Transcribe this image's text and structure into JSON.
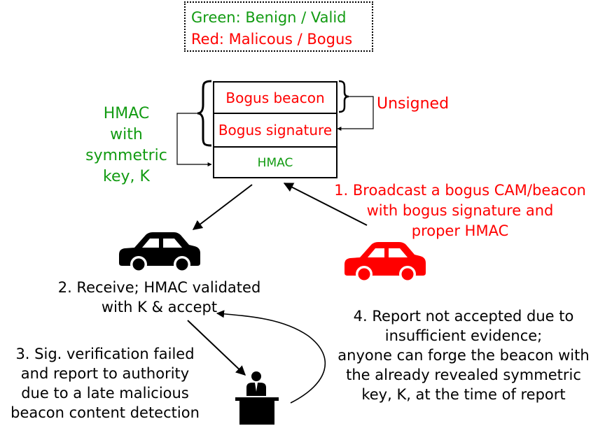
{
  "legend": {
    "green_text": "Green: Benign / Valid",
    "red_text": "Red: Malicous / Bogus"
  },
  "message_fields": {
    "beacon": "Bogus beacon",
    "signature": "Bogus signature",
    "hmac": "HMAC"
  },
  "hmac_note": [
    "HMAC",
    "with",
    "symmetric",
    "key, K"
  ],
  "unsigned_label": "Unsigned",
  "steps": {
    "step1": [
      "1. Broadcast a bogus CAM/beacon",
      "with bogus signature and",
      "proper HMAC"
    ],
    "step2": [
      "2. Receive; HMAC validated",
      "with K & accept"
    ],
    "step3": [
      "3. Sig. verification failed",
      "and report to authority",
      "due to a late malicious",
      "beacon content detection"
    ],
    "step4": [
      "4. Report not accepted due to",
      "insufficient evidence;",
      "anyone can forge the beacon with",
      "the already revealed symmetric",
      "key, K, at the time of report"
    ]
  },
  "colors": {
    "benign": "#129b12",
    "malicious": "#ff0000",
    "neutral": "#000000"
  },
  "icons": {
    "victim_vehicle": "car-icon",
    "attacker_vehicle": "car-icon",
    "authority": "authority-desk-icon"
  }
}
